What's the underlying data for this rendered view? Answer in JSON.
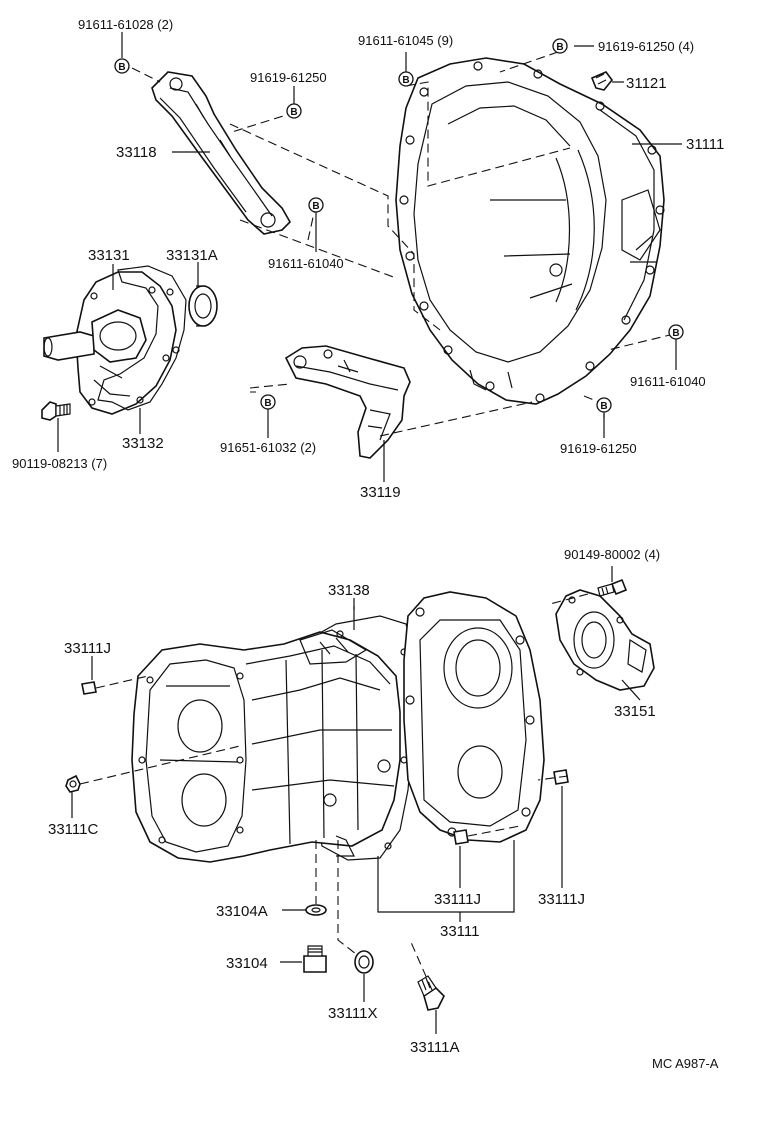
{
  "parts": {
    "bolt_a": "91611-61028 (2)",
    "bolt_b": "91619-61250",
    "bracket_33118": "33118",
    "bolt_c": "91611-61045 (9)",
    "bolt_d": "91619-61250 (4)",
    "plug_31121": "31121",
    "housing_31111": "31111",
    "bolt_e": "91611-61040",
    "retainer_33131": "33131",
    "seal_33131a": "33131A",
    "gasket_33132": "33132",
    "bolt_f": "90119-08213 (7)",
    "bolt_g": "91611-61040",
    "bolt_h": "91651-61032 (2)",
    "bracket_33119": "33119",
    "bolt_i": "91619-61250",
    "screw_j": "90149-80002 (4)",
    "gasket_33138": "33138",
    "pin_33111j_a": "33111J",
    "cover_33151": "33151",
    "plug_33111c": "33111C",
    "washer_33104a": "33104A",
    "pin_33111j_b": "33111J",
    "pin_33111j_c": "33111J",
    "case_33111": "33111",
    "plug_33104": "33104",
    "gasket_33111x": "33111X",
    "switch_33111a": "33111A",
    "diagram_code": "MC A987-A"
  },
  "bolt_marker": "B"
}
